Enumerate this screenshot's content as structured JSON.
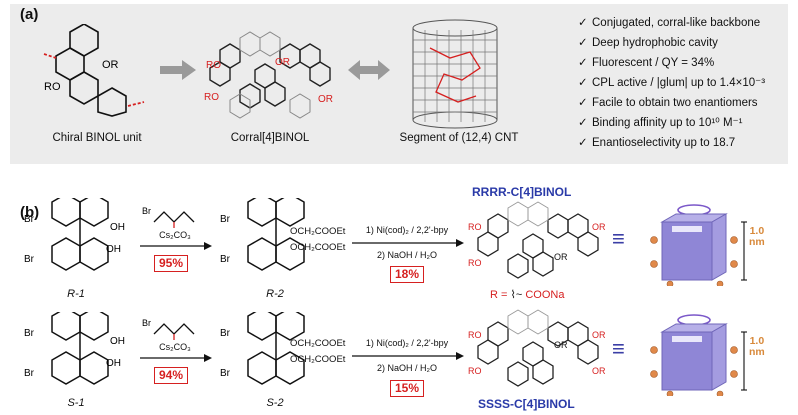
{
  "panel_a": {
    "tag": "(a)",
    "captions": {
      "binol_unit": "Chiral BINOL unit",
      "corral": "Corral[4]BINOL",
      "cnt": "Segment of (12,4) CNT"
    },
    "mol_labels": {
      "or1": "OR",
      "ro1": "RO",
      "ro_c1": "RO",
      "or_c1": "OR",
      "ro_c2": "RO",
      "or_c2": "OR"
    },
    "features": [
      "Conjugated, corral-like backbone",
      "Deep hydrophobic cavity",
      "Fluorescent / QY = 34%",
      "CPL active / |glum| up to 1.4×10⁻³",
      "Facile to obtain two enantiomers",
      "Binding affinity up to 10¹⁰ M⁻¹",
      "Enantioselectivity up to 18.7"
    ]
  },
  "panel_b": {
    "tag": "(b)",
    "reagent": "Cs₂CO₃",
    "step1_cond_2": "2) NaOH / H₂O",
    "step1_cond_1": "1) Ni(cod)₂ / 2,2'-bpy",
    "yields": {
      "r_step1": "95%",
      "r_step2": "18%",
      "s_step1": "94%",
      "s_step2": "15%"
    },
    "labels": {
      "r1": "R-1",
      "r2": "R-2",
      "s1": "S-1",
      "s2": "S-2"
    },
    "substituents": {
      "br": "Br",
      "oh": "OH",
      "och2": "OCH₂COOEt"
    },
    "title_rrrr": "RRRR-C[4]BINOL",
    "title_ssss": "SSSS-C[4]BINOL",
    "r_definition": "R =",
    "r_group": "COONa",
    "dimension": "1.0\nnm",
    "ro": "RO",
    "or": "OR"
  },
  "colors": {
    "panel_bg": "#ececec",
    "red": "#d62020",
    "blue": "#2a3aa8",
    "box_purple": "#8f86d6",
    "orange": "#d8893a"
  }
}
